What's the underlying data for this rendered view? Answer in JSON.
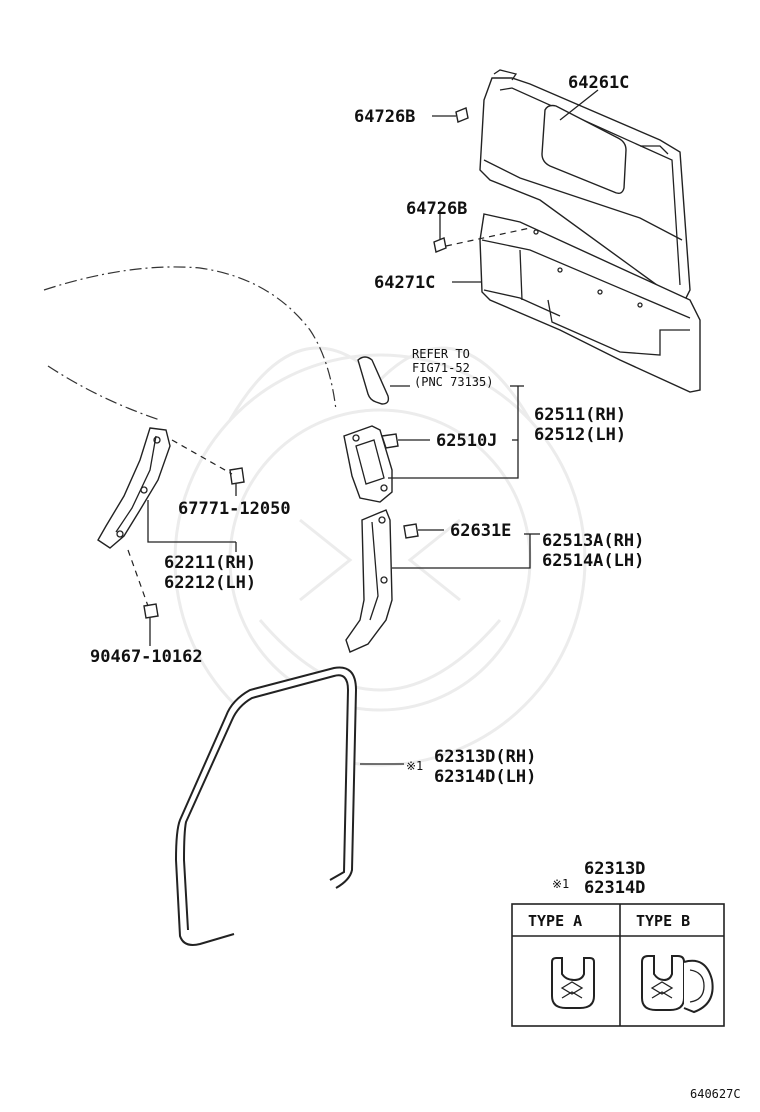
{
  "labels": {
    "p64261c": "64261C",
    "p64726b_1": "64726B",
    "p64726b_2": "64726B",
    "p64271c": "64271C",
    "refer_1": "REFER TO",
    "refer_2": "FIG71-52",
    "refer_3": "(PNC 73135)",
    "p62511": "62511(RH)",
    "p62512": "62512(LH)",
    "p62510j": "62510J",
    "p67771": "67771-12050",
    "p62211": "62211(RH)",
    "p62212": "62212(LH)",
    "p62631e": "62631E",
    "p62513a": "62513A(RH)",
    "p62514a": "62514A(LH)",
    "p90467": "90467-10162",
    "note_mark_1": "※1",
    "p62313d": "62313D(RH)",
    "p62314d": "62314D(LH)",
    "legend_mark": "※1",
    "legend_62313d": "62313D",
    "legend_62314d": "62314D",
    "type_a": "TYPE A",
    "type_b": "TYPE B",
    "figure_id": "640627C"
  }
}
